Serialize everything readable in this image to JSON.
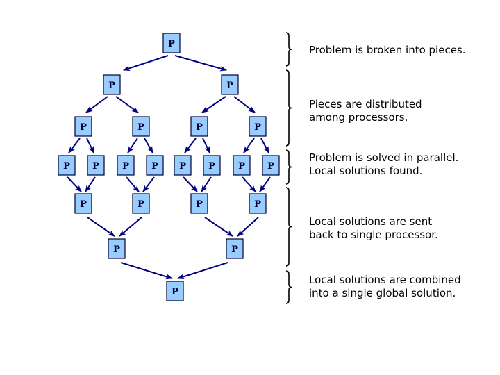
{
  "diagram": {
    "title": "Divide and conquer parallel processing",
    "node_label": "P",
    "colors": {
      "node_fill": "#99ccff",
      "node_border": "#000033",
      "arrow": "#000080",
      "text": "#000000"
    },
    "levels": [
      {
        "name": "root",
        "count": 1
      },
      {
        "name": "split-1",
        "count": 2
      },
      {
        "name": "split-2",
        "count": 4
      },
      {
        "name": "leaves",
        "count": 8
      },
      {
        "name": "merge-1",
        "count": 4
      },
      {
        "name": "merge-2",
        "count": 2
      },
      {
        "name": "final",
        "count": 1
      }
    ],
    "annotations": [
      {
        "line1": "Problem is broken into pieces.",
        "line2": ""
      },
      {
        "line1": "Pieces are distributed",
        "line2": "among processors."
      },
      {
        "line1": "Problem is solved in parallel.",
        "line2": "Local solutions found."
      },
      {
        "line1": "Local solutions are sent",
        "line2": "back to single processor."
      },
      {
        "line1": "Local solutions are combined",
        "line2": "into a single global solution."
      }
    ]
  }
}
